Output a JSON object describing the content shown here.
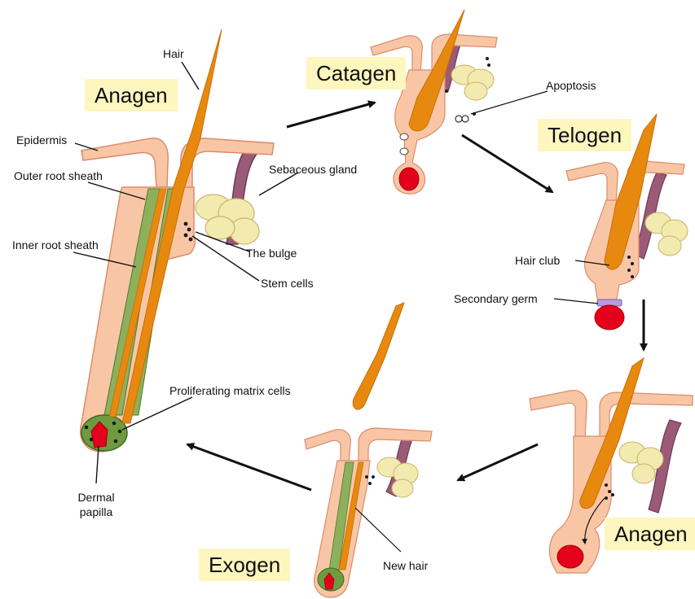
{
  "stages": {
    "anagen_main": "Anagen",
    "catagen": "Catagen",
    "telogen": "Telogen",
    "anagen_new": "Anagen",
    "exogen": "Exogen"
  },
  "labels": {
    "hair": "Hair",
    "epidermis": "Epidermis",
    "outer_root_sheath": "Outer root  sheath",
    "inner_root_sheath": "Inner root sheath",
    "sebaceous_gland": "Sebaceous gland",
    "the_bulge": "The bulge",
    "stem_cells": "Stem cells",
    "proliferating_matrix_cells": "Proliferating matrix cells",
    "dermal_papilla_line1": "Dermal",
    "dermal_papilla_line2": "papilla",
    "apoptosis": "Apoptosis",
    "hair_club": "Hair club",
    "secondary_germ": "Secondary germ",
    "new_hair": "New hair"
  },
  "colors": {
    "skin": "#f9c6a5",
    "skin_outline": "#d98c6c",
    "hair": "#e8890f",
    "hair_dark": "#c96d05",
    "green_sheath": "#8db05c",
    "green_dark": "#4f7a2c",
    "gland": "#f3eab0",
    "muscle": "#9b5a78",
    "papilla": "#e4001a",
    "germ": "#b89be0",
    "label_bg": "#fdf6bf",
    "stem_cell": "#1a1a1a"
  }
}
